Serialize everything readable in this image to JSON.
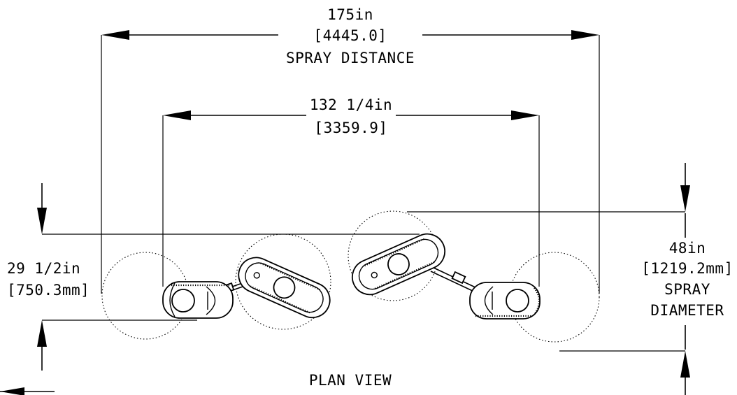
{
  "dimensions": {
    "spray_distance": {
      "imperial": "175in",
      "metric": "[4445.0]",
      "label": "SPRAY DISTANCE"
    },
    "inner_width": {
      "imperial": "132 1/4in",
      "metric": "[3359.9]"
    },
    "height": {
      "imperial": "29 1/2in",
      "metric": "[750.3mm]"
    },
    "spray_diameter": {
      "imperial": "48in",
      "metric": "[1219.2mm]",
      "label_line1": "SPRAY",
      "label_line2": "DIAMETER"
    }
  },
  "view_label": "PLAN VIEW"
}
